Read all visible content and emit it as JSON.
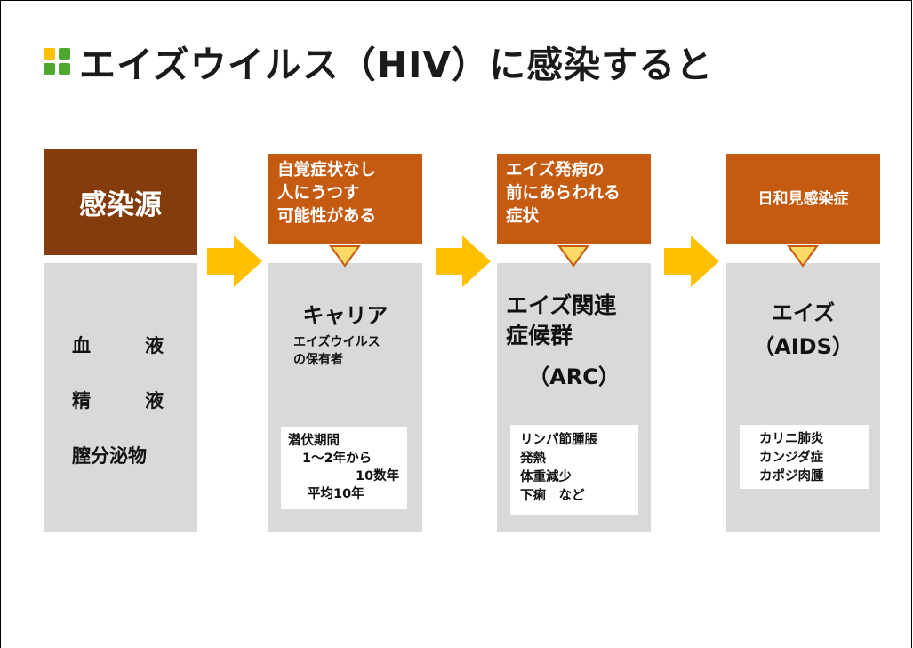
{
  "title": "エイズウイルス（HIV）に感染すると",
  "colors": {
    "icon_yellow": "#ffc000",
    "icon_green": "#4ea72e",
    "source_header": "#843c0c",
    "stage_header": "#c55a11",
    "body_gray": "#d9d9d9",
    "arrow": "#ffc000",
    "triangle_fill": "#ffd966",
    "triangle_stroke": "#c55a11"
  },
  "source": {
    "header": "感染源",
    "items": [
      {
        "left": "血",
        "right": "液"
      },
      {
        "left": "精",
        "right": "液"
      },
      {
        "left": "膣分泌物",
        "right": ""
      }
    ]
  },
  "stages": [
    {
      "header_lines": [
        "自覚症状なし",
        "人にうつす",
        "可能性がある"
      ],
      "name": "キャリア",
      "desc_lines": [
        "エイズウイルス",
        "の保有者"
      ],
      "box_lines": [
        "潜伏期間",
        "1～2年から",
        "10数年",
        "平均10年"
      ]
    },
    {
      "header_lines": [
        "エイズ発病の",
        "前にあらわれる",
        "症状"
      ],
      "name_lines": [
        "エイズ関連",
        "症候群",
        "（ARC）"
      ],
      "box_lines": [
        "リンパ節腫脹",
        "発熱",
        "体重減少",
        "下痢　など"
      ]
    },
    {
      "header_lines": [
        "日和見感染症"
      ],
      "name_lines": [
        "エイズ",
        "（AIDS）"
      ],
      "box_lines": [
        "カリニ肺炎",
        "カンジダ症",
        "カポジ肉腫"
      ]
    }
  ]
}
